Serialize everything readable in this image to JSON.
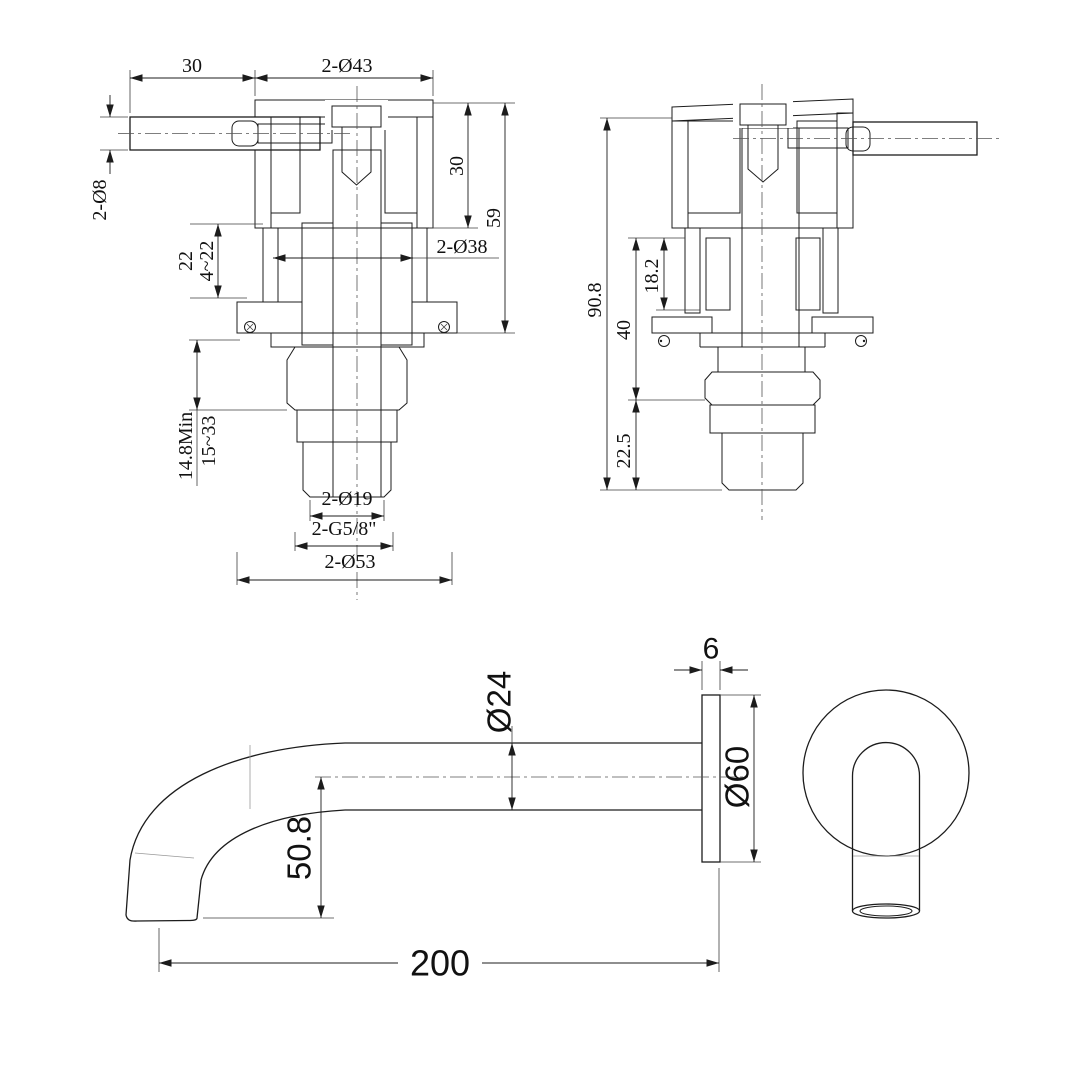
{
  "sheet": {
    "background": "#ffffff"
  },
  "colors": {
    "line": "#1c1c1c",
    "hatch": "#3c3c3c",
    "dim_text": "#111111"
  },
  "views": {
    "valve_front": {
      "title": "valve front section",
      "dims": {
        "handle_length": "30",
        "body_dia": "2-Ø43",
        "handle_rod_dia": "2-Ø8",
        "cartridge_len": "22",
        "cartridge_range": "4~22",
        "upper_height": "30",
        "total_height": "59",
        "sleeve_dia": "2-Ø38",
        "wall_min": "14.8Min",
        "wall_range": "15~33",
        "outlet_dia": "2-Ø19",
        "thread_spec": "2-G5/8\"",
        "flange_dia": "2-Ø53"
      }
    },
    "valve_side": {
      "title": "valve side section",
      "dims": {
        "overall_height": "90.8",
        "mid_height": "40",
        "engagement": "18.2",
        "tail_height": "22.5"
      }
    },
    "spout": {
      "title": "spout side and front view",
      "dims": {
        "plate_thickness": "6",
        "pipe_dia": "Ø24",
        "plate_dia": "Ø60",
        "drop_height": "50.8",
        "reach": "200"
      }
    }
  }
}
